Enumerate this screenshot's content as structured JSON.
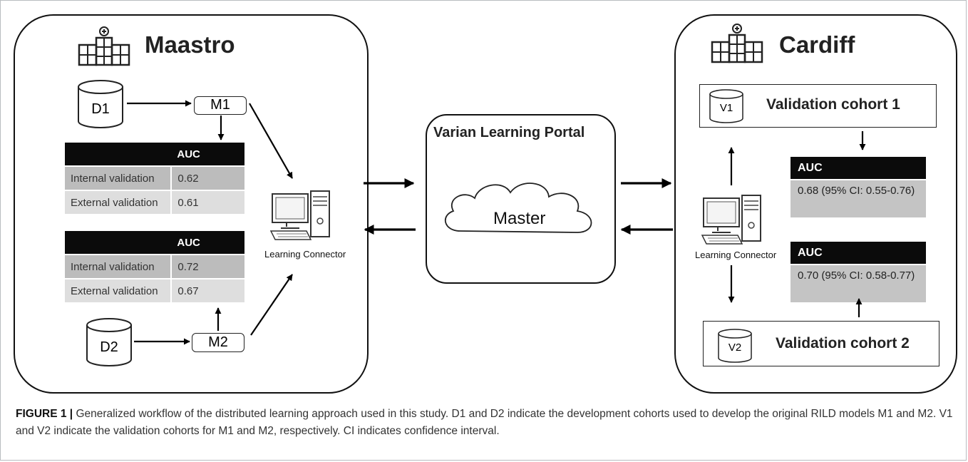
{
  "maastro": {
    "title": "Maastro",
    "d1": "D1",
    "d2": "D2",
    "m1": "M1",
    "m2": "M2",
    "table1": {
      "header": "AUC",
      "rows": [
        {
          "label": "Internal validation",
          "value": "0.62"
        },
        {
          "label": "External validation",
          "value": "0.61"
        }
      ]
    },
    "table2": {
      "header": "AUC",
      "rows": [
        {
          "label": "Internal validation",
          "value": "0.72"
        },
        {
          "label": "External validation",
          "value": "0.67"
        }
      ]
    },
    "connector_label": "Learning Connector"
  },
  "portal": {
    "title": "Varian Learning Portal",
    "master": "Master"
  },
  "cardiff": {
    "title": "Cardiff",
    "v1": "V1",
    "v2": "V2",
    "cohort1": "Validation cohort 1",
    "cohort2": "Validation cohort 2",
    "auc1_header": "AUC",
    "auc1_value": "0.68 (95% CI: 0.55-0.76)",
    "auc2_header": "AUC",
    "auc2_value": "0.70 (95% CI: 0.58-0.77)",
    "connector_label": "Learning Connector"
  },
  "caption": {
    "label": "FIGURE 1 |",
    "text": " Generalized workflow of the distributed learning approach used in this study. D1 and D2 indicate the development cohorts used to develop the original RILD models M1 and M2. V1 and V2 indicate the validation cohorts for M1 and M2, respectively. CI indicates confidence interval."
  }
}
